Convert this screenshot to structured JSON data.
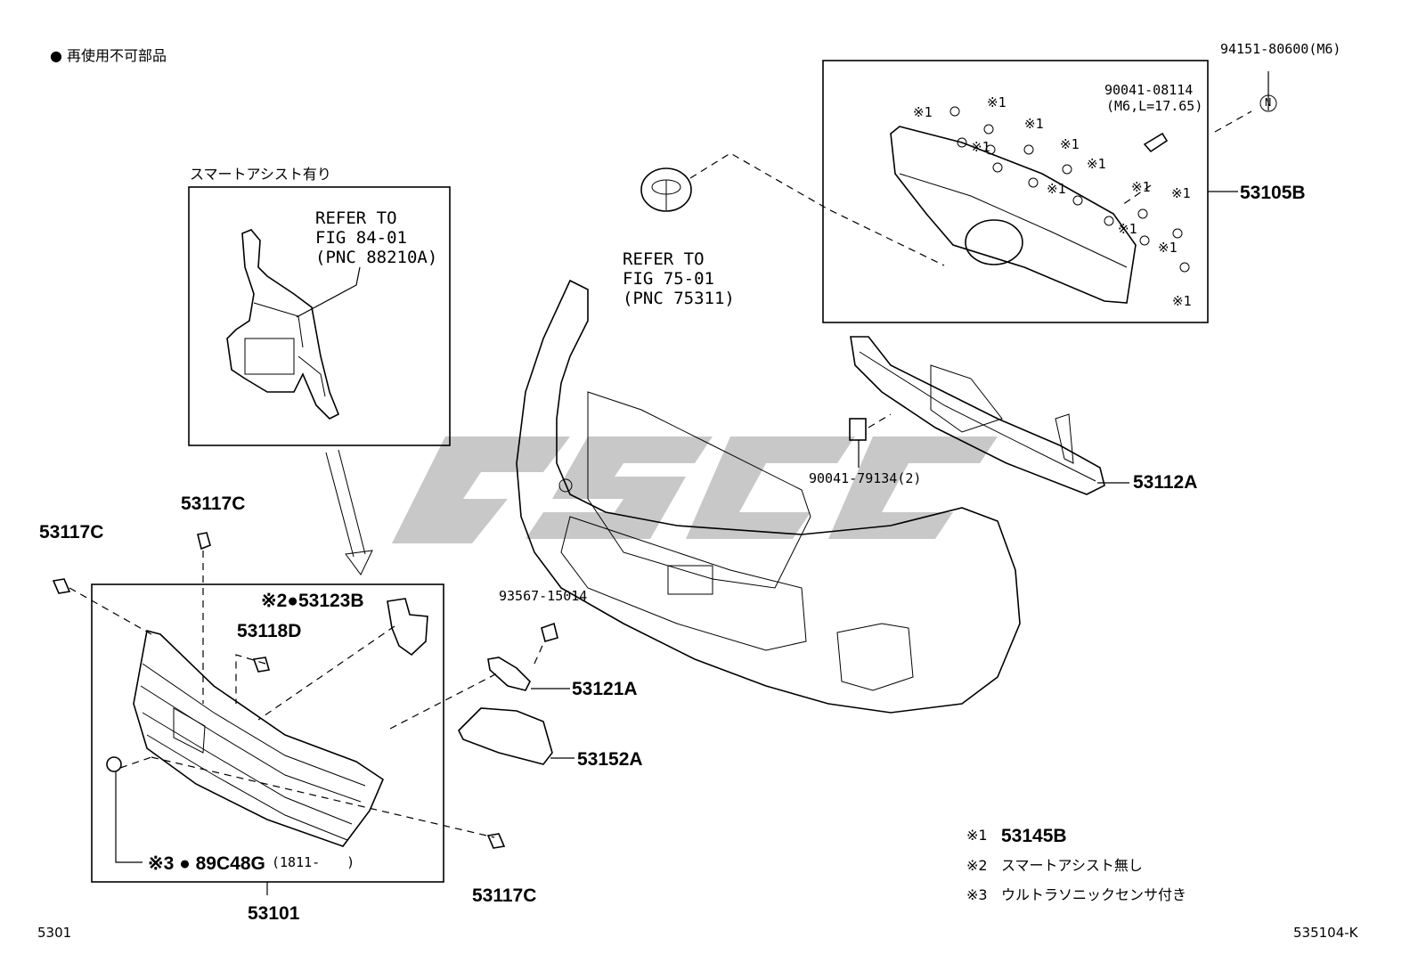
{
  "legend": {
    "marker_note": "● 再使用不可部品",
    "note1_mark": "※1",
    "note1_text": "53145B",
    "note2_mark": "※2",
    "note2_text": "スマートアシスト無し",
    "note3_mark": "※3",
    "note3_text": "ウルトラソニックセンサ付き"
  },
  "inset": {
    "title": "スマートアシスト有り",
    "refer_line1": "REFER TO",
    "refer_line2": "FIG 84-01",
    "refer_line3": "(PNC 88210A)"
  },
  "emblem_refer": {
    "line1": "REFER TO",
    "line2": "FIG 75-01",
    "line3": "(PNC 75311)"
  },
  "parts": {
    "p94151": "94151-80600(M6)",
    "p90041a_line1": "90041-08114",
    "p90041a_line2": "(M6,L=17.65)",
    "p53105B": "53105B",
    "p53112A": "53112A",
    "p90041b": "90041-79134(2)",
    "p53117C_a": "53117C",
    "p53117C_b": "53117C",
    "p53117C_c": "53117C",
    "p53123B": "※2●53123B",
    "p53118D": "53118D",
    "p93567": "93567-15014",
    "p53121A": "53121A",
    "p53152A": "53152A",
    "p89C48G": "※3 ● 89C48G",
    "p89C48G_date": "(1811-　　)",
    "p53101": "53101",
    "star1": "※1",
    "n_mark": "N"
  },
  "footer": {
    "left_code": "5301",
    "right_code": "535104-K"
  }
}
